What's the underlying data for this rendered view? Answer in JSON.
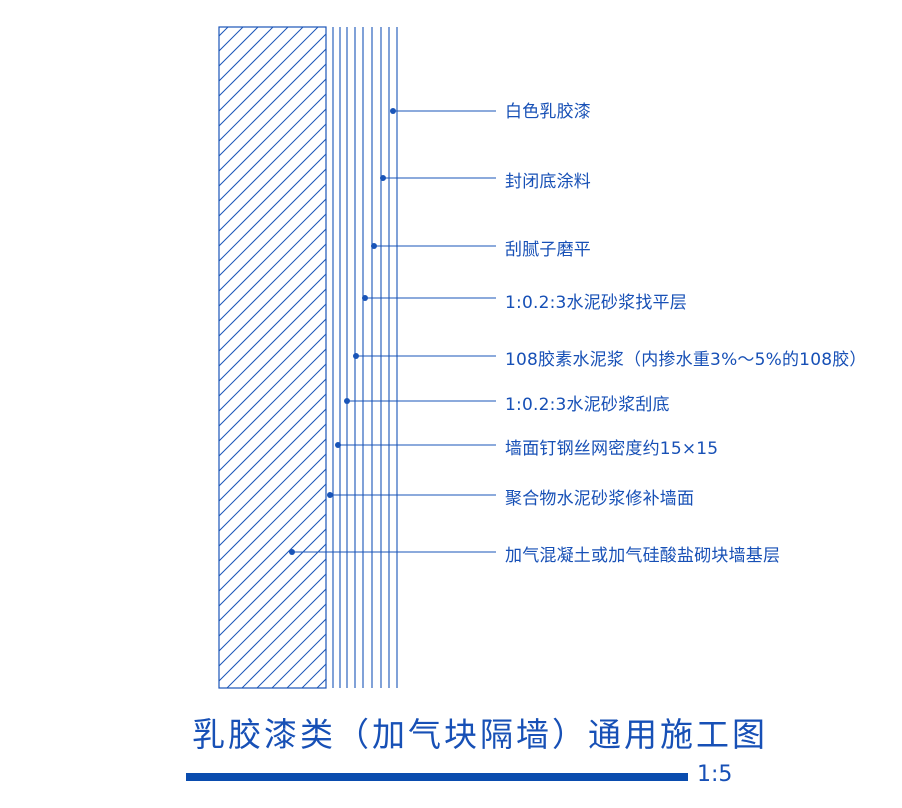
{
  "layers": [
    {
      "label": "白色乳胶漆"
    },
    {
      "label": "封闭底涂料"
    },
    {
      "label": "刮腻子磨平"
    },
    {
      "label": "1:0.2:3水泥砂浆找平层"
    },
    {
      "label": "108胶素水泥浆（内掺水重3%～5%的108胶）"
    },
    {
      "label": "1:0.2:3水泥砂浆刮底"
    },
    {
      "label": "墙面钉钢丝网密度约15×15"
    },
    {
      "label": "聚合物水泥砂浆修补墙面"
    },
    {
      "label": "加气混凝土或加气硅酸盐砌块墙基层"
    }
  ],
  "title": "乳胶漆类（加气块隔墙）通用施工图",
  "scale": "1:5",
  "colors": {
    "line": "#1a55b8",
    "text": "#1750b6",
    "bar": "#0a4cae"
  }
}
